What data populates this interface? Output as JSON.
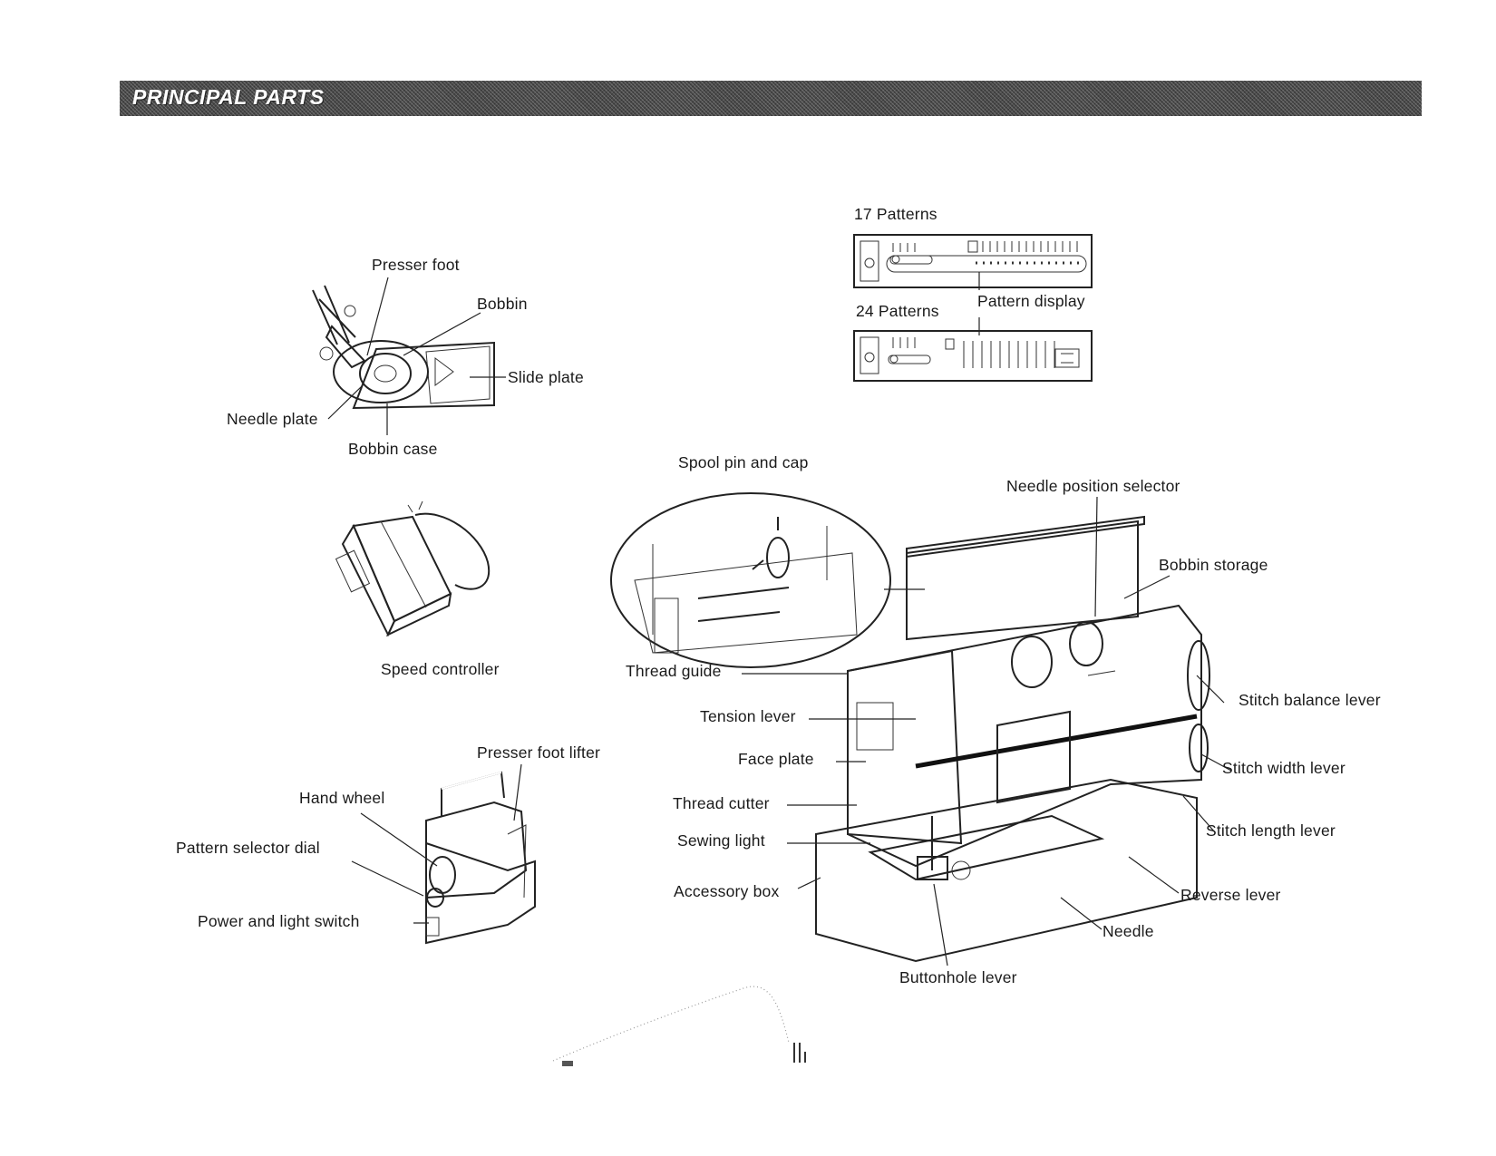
{
  "header": {
    "title": "PRINCIPAL PARTS"
  },
  "panels": {
    "panel_17": "17 Patterns",
    "panel_24": "24 Patterns",
    "pattern_display": "Pattern display"
  },
  "labels": {
    "presser_foot": "Presser foot",
    "bobbin": "Bobbin",
    "slide_plate": "Slide plate",
    "needle_plate": "Needle plate",
    "bobbin_case": "Bobbin case",
    "speed_controller": "Speed controller",
    "presser_foot_lifter": "Presser foot lifter",
    "hand_wheel": "Hand wheel",
    "pattern_selector_dial": "Pattern selector dial",
    "power_and_light_switch": "Power and light switch",
    "spool_pin_and_cap": "Spool pin and cap",
    "needle_position_selector": "Needle position selector",
    "bobbin_storage": "Bobbin storage",
    "thread_guide": "Thread guide",
    "tension_lever": "Tension lever",
    "face_plate": "Face plate",
    "thread_cutter": "Thread cutter",
    "sewing_light": "Sewing light",
    "accessory_box": "Accessory box",
    "stitch_balance_lever": "Stitch balance lever",
    "stitch_width_lever": "Stitch width lever",
    "stitch_length_lever": "Stitch length lever",
    "reverse_lever": "Reverse lever",
    "needle": "Needle",
    "buttonhole_lever": "Buttonhole lever"
  }
}
